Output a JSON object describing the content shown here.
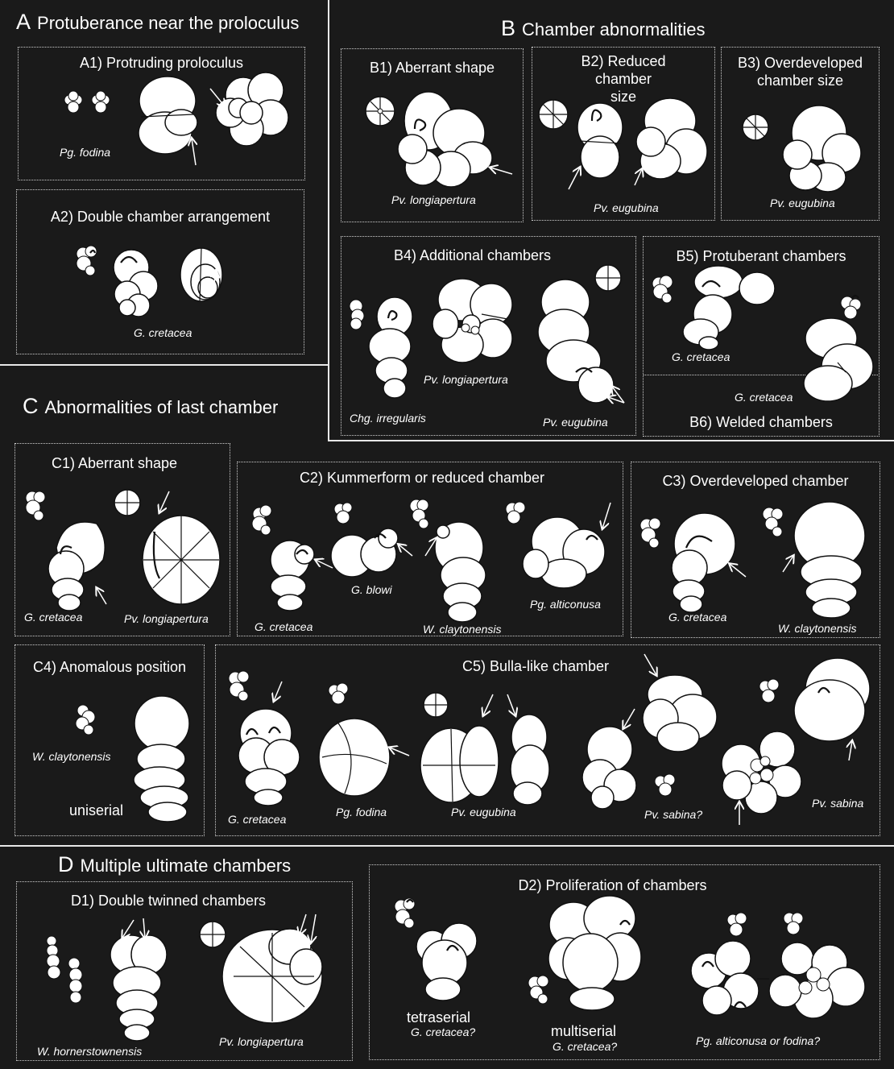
{
  "sections": {
    "A": {
      "letter": "A",
      "title": "Protuberance near the proloculus"
    },
    "B": {
      "letter": "B",
      "title": "Chamber abnormalities"
    },
    "C": {
      "letter": "C",
      "title": "Abnormalities of last chamber"
    },
    "D": {
      "letter": "D",
      "title": "Multiple ultimate chambers"
    }
  },
  "panels": {
    "A1": {
      "title": "A1) Protruding proloculus",
      "species": [
        "Pg. fodina"
      ]
    },
    "A2": {
      "title": "A2) Double chamber arrangement",
      "species": [
        "G. cretacea"
      ]
    },
    "B1": {
      "title": "B1) Aberrant shape",
      "species": [
        "Pv. longiapertura"
      ]
    },
    "B2": {
      "title": "B2) Reduced chamber size",
      "species": [
        "Pv. eugubina"
      ]
    },
    "B3": {
      "title": "B3) Overdeveloped chamber size",
      "species": [
        "Pv. eugubina"
      ]
    },
    "B4": {
      "title": "B4) Additional chambers",
      "species": [
        "Chg. irregularis",
        "Pv. longiapertura",
        "Pv. eugubina"
      ]
    },
    "B5": {
      "title": "B5) Protuberant chambers",
      "species": [
        "G. cretacea"
      ]
    },
    "B6": {
      "title": "B6) Welded chambers",
      "species": [
        "G. cretacea"
      ]
    },
    "C1": {
      "title": "C1) Aberrant shape",
      "species": [
        "G. cretacea",
        "Pv. longiapertura"
      ]
    },
    "C2": {
      "title": "C2) Kummerform or reduced chamber",
      "species": [
        "G. cretacea",
        "G. blowi",
        "W. claytonensis",
        "Pg. alticonusa"
      ]
    },
    "C3": {
      "title": "C3) Overdeveloped chamber",
      "species": [
        "G. cretacea",
        "W. claytonensis"
      ]
    },
    "C4": {
      "title": "C4) Anomalous position",
      "species": [
        "W. claytonensis"
      ],
      "label": "uniserial"
    },
    "C5": {
      "title": "C5) Bulla-like chamber",
      "species": [
        "G. cretacea",
        "Pg. fodina",
        "Pv. eugubina",
        "Pv. sabina?",
        "Pv. sabina"
      ]
    },
    "D1": {
      "title": "D1) Double twinned chambers",
      "species": [
        "W. hornerstownensis",
        "Pv. longiapertura"
      ]
    },
    "D2": {
      "title": "D2) Proliferation of chambers",
      "species": [
        "G. cretacea?",
        "G. cretacea?",
        "Pg. alticonusa or fodina?"
      ],
      "labels": [
        "tetraserial",
        "multiserial"
      ]
    }
  }
}
